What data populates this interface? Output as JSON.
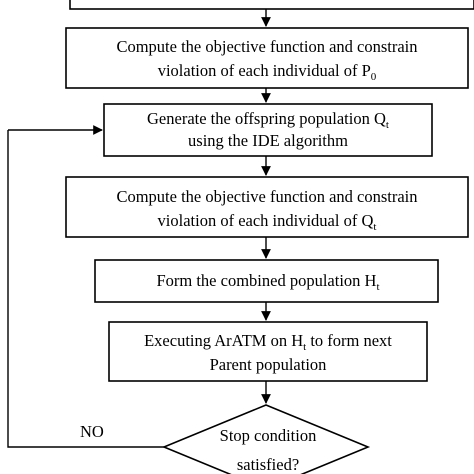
{
  "flowchart": {
    "steps": [
      {
        "line1": "Compute the objective function and constrain",
        "line2_text": "violation of each individual of P",
        "line2_sub": "0"
      },
      {
        "line1_text": "Generate the offspring population Q",
        "line1_sub": "t",
        "line2": "using the IDE algorithm"
      },
      {
        "line1": "Compute the objective function and constrain",
        "line2_text": "violation of each individual of Q",
        "line2_sub": "t"
      },
      {
        "line1_text": "Form the combined population H",
        "line1_sub": "t"
      },
      {
        "line1_text": "Executing ArATM on H",
        "line1_sub": "t",
        "line1_suffix": " to form next",
        "line2": "Parent population"
      }
    ],
    "decision": {
      "line1": "Stop condition",
      "line2": "satisfied?"
    },
    "no_label": "NO"
  }
}
